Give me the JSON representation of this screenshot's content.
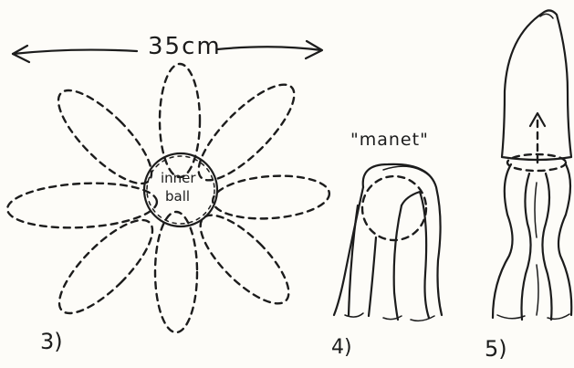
{
  "dimension_label": "35cm",
  "center_label_line1": "inner",
  "center_label_line2": "ball",
  "shape_label": "\"manet\"",
  "step_labels": [
    "3)",
    "4)",
    "5)"
  ]
}
